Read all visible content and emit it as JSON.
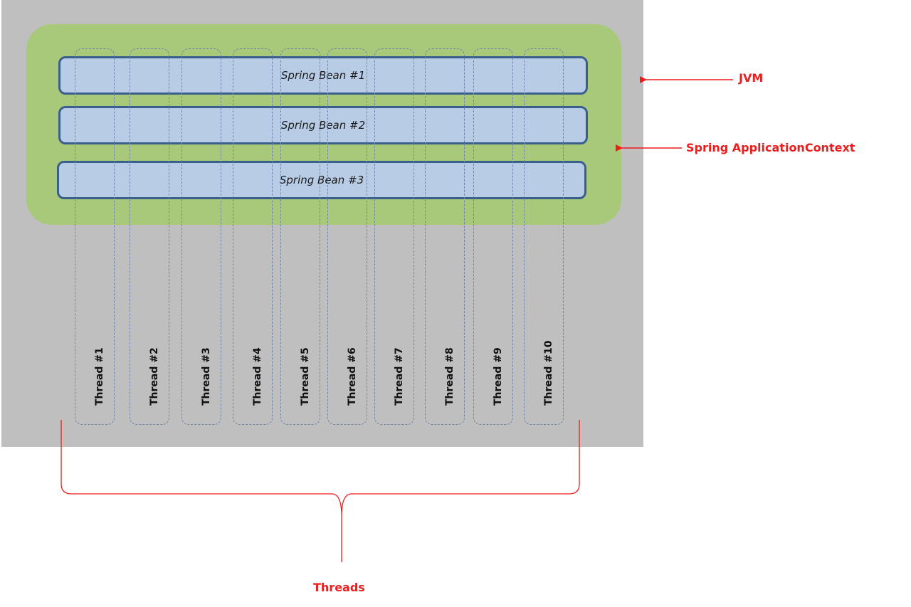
{
  "diagram": {
    "jvm_label": "JVM",
    "context_label": "Spring ApplicationContext",
    "threads_label": "Threads",
    "beans": [
      "Spring Bean #1",
      "Spring Bean #2",
      "Spring Bean #3"
    ],
    "threads": [
      "Thread #1",
      "Thread #2",
      "Thread #3",
      "Thread #4",
      "Thread #5",
      "Thread #6",
      "Thread #7",
      "Thread #8",
      "Thread #9",
      "Thread #10"
    ]
  },
  "colors": {
    "jvm_background": "#bfbfbf",
    "context_background": "#a9c97a",
    "bean_fill": "#b8cce6",
    "bean_border": "#3a5f8f",
    "thread_border": "#6c87ab",
    "callout": "#ee1c1c"
  }
}
